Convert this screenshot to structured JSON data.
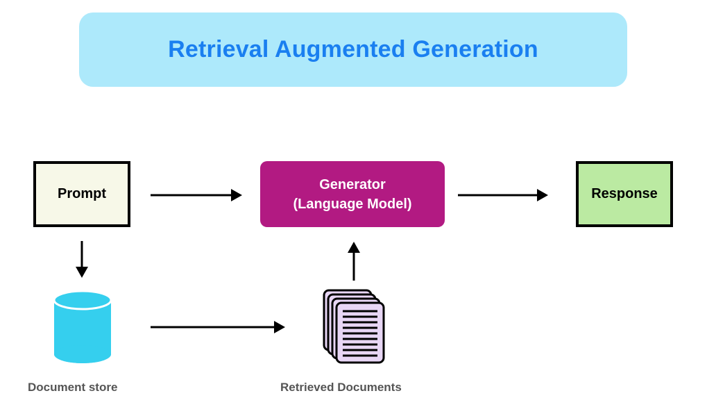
{
  "title": "Retrieval Augmented Generation",
  "nodes": {
    "prompt": "Prompt",
    "generator_line1": "Generator",
    "generator_line2": "(Language Model)",
    "response": "Response",
    "document_store": "Document store",
    "retrieved_documents": "Retrieved Documents"
  },
  "colors": {
    "title_banner": "#ade9fb",
    "title_text": "#1a7ff0",
    "prompt_fill": "#f7f8e8",
    "generator_fill": "#b21a82",
    "response_fill": "#bbeaa2",
    "database_fill": "#35cfee",
    "documents_fill": "#e8d6f5",
    "caption_text": "#555555"
  },
  "icons": {
    "database": "database-cylinder-icon",
    "documents": "document-stack-icon"
  }
}
